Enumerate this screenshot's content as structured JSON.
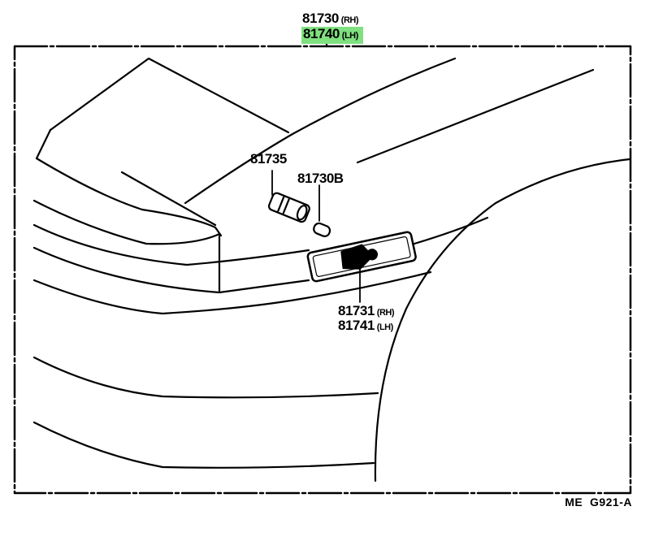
{
  "diagram": {
    "callouts": [
      {
        "part": "81730",
        "side": "(RH)"
      },
      {
        "part": "81740",
        "side": "(LH)",
        "highlighted": true
      },
      {
        "part": "81735"
      },
      {
        "part": "81730B"
      },
      {
        "part": "81731",
        "side": "(RH)"
      },
      {
        "part": "81741",
        "side": "(LH)"
      }
    ],
    "figure_code": "ME  G921-A",
    "highlight_color": "#7fe07f"
  }
}
